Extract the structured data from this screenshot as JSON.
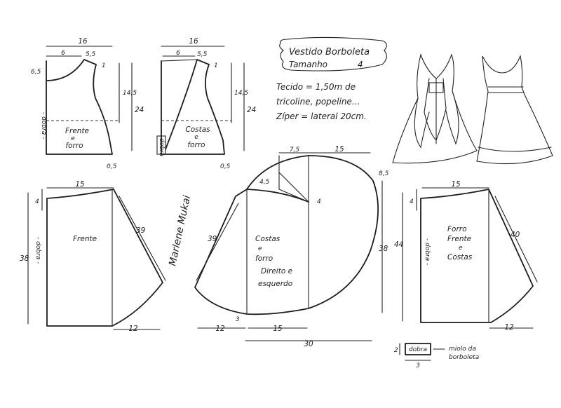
{
  "title": {
    "line1": "Vestido Borboleta",
    "line2": "Tamanho",
    "size": "4"
  },
  "fabric": {
    "line1": "Tecido = 1,50m de",
    "line2": "tricoline, popeline...",
    "line3": "Zíper = lateral 20cm."
  },
  "signature": "Marlene Mukai",
  "pieces": {
    "bodice_front": {
      "label_line1": "Frente",
      "label_line2": "e",
      "label_line3": "forro",
      "fold": "- dobra -",
      "dims": {
        "width": "16",
        "neck": "6",
        "shoulder": "5,5",
        "drop": "1",
        "neck_depth": "6,5",
        "armhole": "14,5",
        "length": "24",
        "hem_offset": "0,5"
      }
    },
    "bodice_back": {
      "label_line1": "Costas",
      "label_line2": "e",
      "label_line3": "forro",
      "fold": "dobra",
      "dims": {
        "width": "16",
        "neck": "6",
        "shoulder": "5,5",
        "drop": "1",
        "armhole": "14,5",
        "length": "24",
        "hem_offset": "0,5"
      }
    },
    "skirt_front": {
      "label": "Frente",
      "fold": "- dobra -",
      "dims": {
        "top": "15",
        "drop": "4",
        "side": "39",
        "length": "38",
        "hem_ext": "12"
      }
    },
    "skirt_back": {
      "label_line1": "Costas",
      "label_line2": "e",
      "label_line3": "forro",
      "label_line4": "Direito e",
      "label_line5": "esquerdo",
      "dims": {
        "top_a": "7,5",
        "top_b": "15",
        "right_top": "8,5",
        "notch": "4,5",
        "drop": "4",
        "side": "39",
        "length": "38",
        "bottom_a": "12",
        "bottom_b": "15",
        "total": "30",
        "corner": "3"
      }
    },
    "lining": {
      "label_line1": "Forro",
      "label_line2": "Frente",
      "label_line3": "e",
      "label_line4": "Costas",
      "fold": "- dobra -",
      "dims": {
        "top": "15",
        "drop": "4",
        "side": "40",
        "length": "44",
        "hem_ext": "12"
      }
    },
    "bow": {
      "label": "dobra",
      "note_line1": "miolo da",
      "note_line2": "borboleta",
      "dims": {
        "height": "2",
        "width": "3"
      }
    }
  }
}
